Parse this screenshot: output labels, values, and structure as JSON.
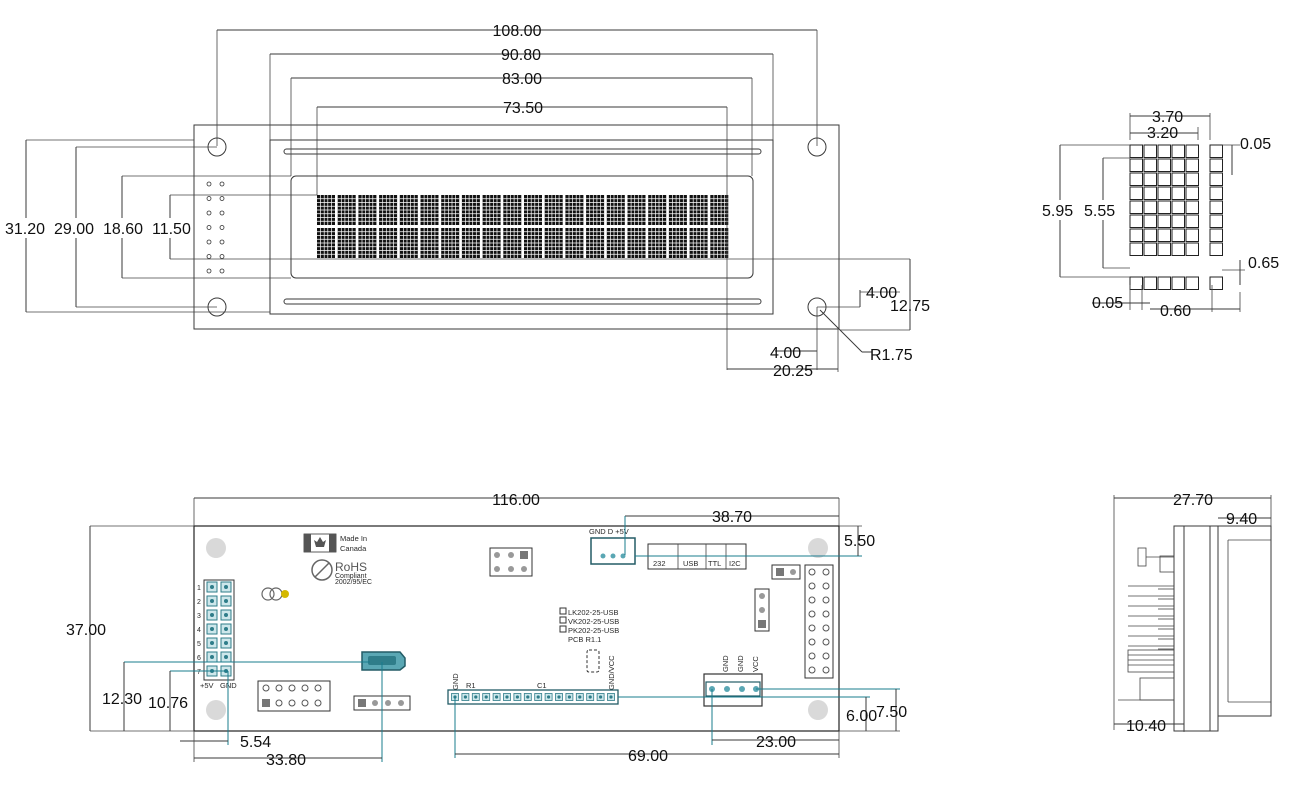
{
  "front": {
    "widths": [
      "108.00",
      "90.80",
      "83.00",
      "73.50"
    ],
    "heights": [
      "31.20",
      "29.00",
      "18.60",
      "11.50"
    ],
    "right": {
      "a": "4.00",
      "b": "12.75",
      "c": "4.00",
      "r": "R1.75",
      "d": "20.25"
    },
    "chars_per_row": 20,
    "rows": 2
  },
  "char": {
    "w1": "3.70",
    "w2": "3.20",
    "g1": "0.05",
    "h1": "5.95",
    "h2": "5.55",
    "g2": "0.65",
    "g3": "0.05",
    "w3": "0.60"
  },
  "back": {
    "width": "116.00",
    "w2": "38.70",
    "top": "5.50",
    "h": "37.00",
    "h2": "12.30",
    "h3": "10.76",
    "w3": "5.54",
    "w4": "33.80",
    "w5": "69.00",
    "w6": "23.00",
    "b1": "6.00",
    "b2": "7.50",
    "made_in_1": "Made In",
    "made_in_2": "Canada",
    "rohs": "RoHS",
    "rohs_sub": "Compliant",
    "rohs_dir": "2002/95/EC",
    "models": [
      "LK202-25-USB",
      "VK202-25-USB",
      "PK202-25-USB"
    ],
    "pcb_rev": "PCB R1.1",
    "top_conn": "GND D +5V",
    "jumpers": [
      "232",
      "USB",
      "TTL",
      "I2C"
    ],
    "pin_nums": [
      "1",
      "2",
      "3",
      "4",
      "5",
      "6",
      "7"
    ],
    "pwr_left": "+5V",
    "gnd_left": "GND",
    "r1": "R1",
    "c1": "C1",
    "gnd_a": "GND",
    "gnd_vcc": "GND/VCC",
    "pwr_conn": [
      "GND",
      "GND",
      "VCC"
    ]
  },
  "side": {
    "w": "27.70",
    "w2": "9.40",
    "w3": "10.40"
  }
}
